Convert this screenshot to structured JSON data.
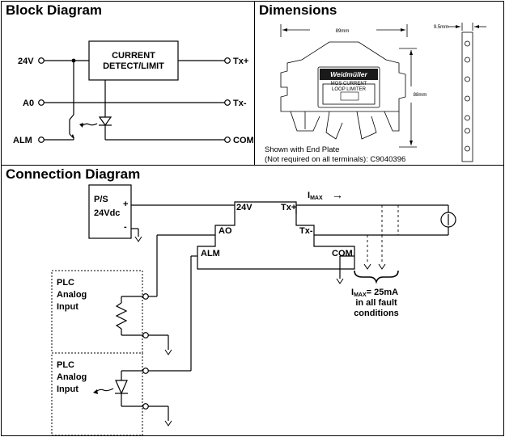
{
  "block": {
    "title": "Block Diagram",
    "box_label_1": "CURRENT",
    "box_label_2": "DETECT/LIMIT",
    "left_labels": [
      "24V",
      "A0",
      "ALM"
    ],
    "right_labels": [
      "Tx+",
      "Tx-",
      "COM"
    ]
  },
  "dimensions": {
    "title": "Dimensions",
    "width_label": "89mm",
    "height_label": "88mm",
    "thickness_label": "9.5mm",
    "brand": "Weidmüller",
    "device_lines": [
      "MOS CURRENT",
      "LOOP LIMITER"
    ],
    "note_1": "Shown with End Plate",
    "note_2": "(Not required on all terminals):  C9040396"
  },
  "connection": {
    "title": "Connection Diagram",
    "ps_label_1": "P/S",
    "ps_label_2": "24Vdc",
    "ps_plus": "+",
    "ps_minus": "-",
    "term_24v": "24V",
    "term_txp": "Tx+",
    "term_ao": "AO",
    "term_txm": "Tx-",
    "term_alm": "ALM",
    "term_com": "COM",
    "imax_label": "I",
    "imax_sub": "MAX",
    "imax_arrow": "→",
    "fault_line_1_sym": "I",
    "fault_line_1_sub": "MAX",
    "fault_line_1_val": "= 25mA",
    "fault_line_2": "in all fault",
    "fault_line_3": "conditions",
    "plc1": [
      "PLC",
      "Analog",
      "Input"
    ],
    "plc2": [
      "PLC",
      "Analog",
      "Input"
    ]
  }
}
